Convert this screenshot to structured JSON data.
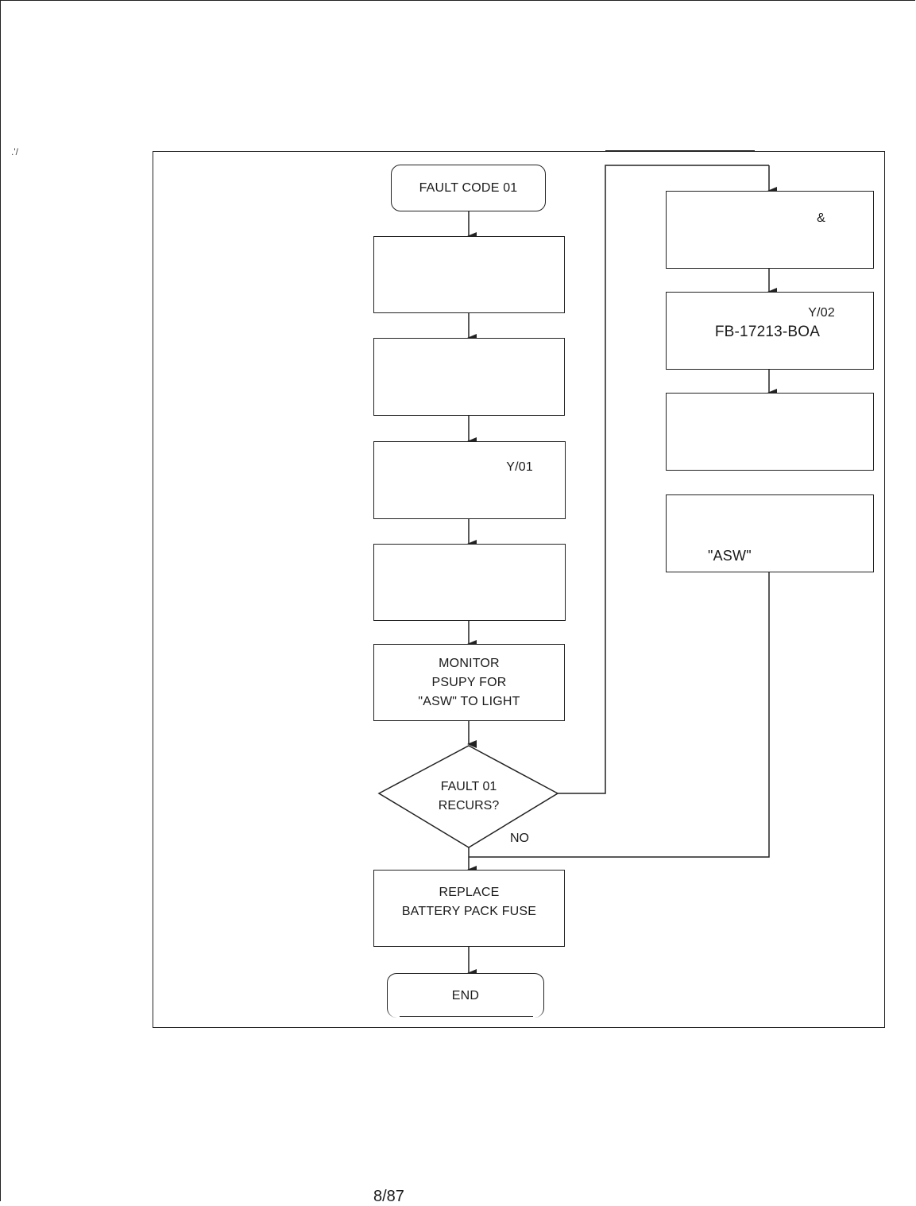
{
  "flowchart": {
    "start": "FAULT CODE 01",
    "steps": [
      {
        "id": "step-1",
        "text": ""
      },
      {
        "id": "step-2",
        "text": ""
      },
      {
        "id": "step-3",
        "text": "Y/01"
      },
      {
        "id": "step-4",
        "text": ""
      },
      {
        "id": "step-5",
        "lines": [
          "MONITOR",
          "PSUPY FOR",
          "\"ASW\" TO LIGHT"
        ]
      }
    ],
    "decision": {
      "lines": [
        "FAULT 01",
        "RECURS?"
      ],
      "no_label": "NO"
    },
    "right_branch": [
      {
        "id": "right-1",
        "text": "&"
      },
      {
        "id": "right-2",
        "lines": [
          "Y/02",
          "FB-17213-BOA"
        ]
      },
      {
        "id": "right-3",
        "text": ""
      },
      {
        "id": "right-4",
        "text": "\"ASW\""
      }
    ],
    "replace": {
      "lines": [
        "REPLACE",
        "BATTERY PACK FUSE"
      ]
    },
    "end": "END"
  },
  "footer": {
    "text": "8/87"
  },
  "stray_mark": ".'/"
}
